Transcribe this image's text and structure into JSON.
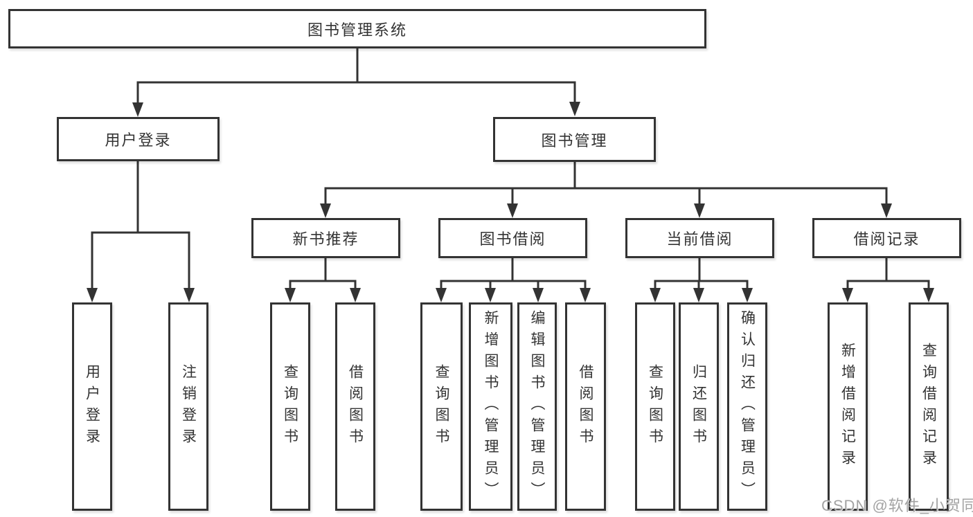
{
  "diagram": {
    "root": {
      "label": "图书管理系统"
    },
    "branches": [
      {
        "label": "用户登录",
        "children": [
          {
            "label": "用户登录"
          },
          {
            "label": "注销登录"
          }
        ]
      },
      {
        "label": "图书管理",
        "children": [
          {
            "label": "新书推荐",
            "children": [
              {
                "label": "查询图书"
              },
              {
                "label": "借阅图书"
              }
            ]
          },
          {
            "label": "图书借阅",
            "children": [
              {
                "label": "查询图书"
              },
              {
                "label": "新增图书（管理员）"
              },
              {
                "label": "编辑图书（管理员）"
              },
              {
                "label": "借阅图书"
              }
            ]
          },
          {
            "label": "当前借阅",
            "children": [
              {
                "label": "查询图书"
              },
              {
                "label": "归还图书"
              },
              {
                "label": "确认归还（管理员）"
              }
            ]
          },
          {
            "label": "借阅记录",
            "children": [
              {
                "label": "新增借阅记录"
              },
              {
                "label": "查询借阅记录"
              }
            ]
          }
        ]
      }
    ]
  },
  "watermark": {
    "text": "CSDN @软件_小贺同学"
  },
  "colors": {
    "line": "#333333",
    "box_border": "#333333",
    "box_fill": "#ffffff",
    "text": "#333333",
    "watermark": "#a3a3a3"
  }
}
